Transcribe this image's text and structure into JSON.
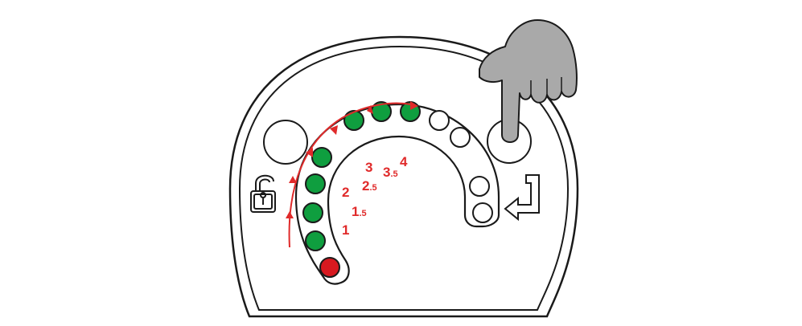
{
  "panel": {
    "scale_labels": [
      {
        "main": "1",
        "sub": ""
      },
      {
        "main": "1",
        "sub": ".5"
      },
      {
        "main": "2",
        "sub": ""
      },
      {
        "main": "2",
        "sub": ".5"
      },
      {
        "main": "3",
        "sub": ""
      },
      {
        "main": "3",
        "sub": ".5"
      },
      {
        "main": "4",
        "sub": ""
      }
    ],
    "leds": [
      {
        "state": "red"
      },
      {
        "state": "green"
      },
      {
        "state": "green"
      },
      {
        "state": "green"
      },
      {
        "state": "green"
      },
      {
        "state": "green"
      },
      {
        "state": "green"
      },
      {
        "state": "green"
      },
      {
        "state": "off"
      },
      {
        "state": "off"
      },
      {
        "state": "off"
      },
      {
        "state": "off"
      }
    ],
    "lit_count": 8,
    "icons": {
      "left": "unlock-padlock-icon",
      "right": "enter-return-arrow-icon",
      "pointer": "pointing-hand-icon"
    }
  },
  "colors": {
    "outline": "#1a1a1a",
    "led_green": "#0f9e3f",
    "led_red": "#d71920",
    "led_off": "#ffffff",
    "arrow": "#e02a2a",
    "hand": "#a9a9a9"
  }
}
